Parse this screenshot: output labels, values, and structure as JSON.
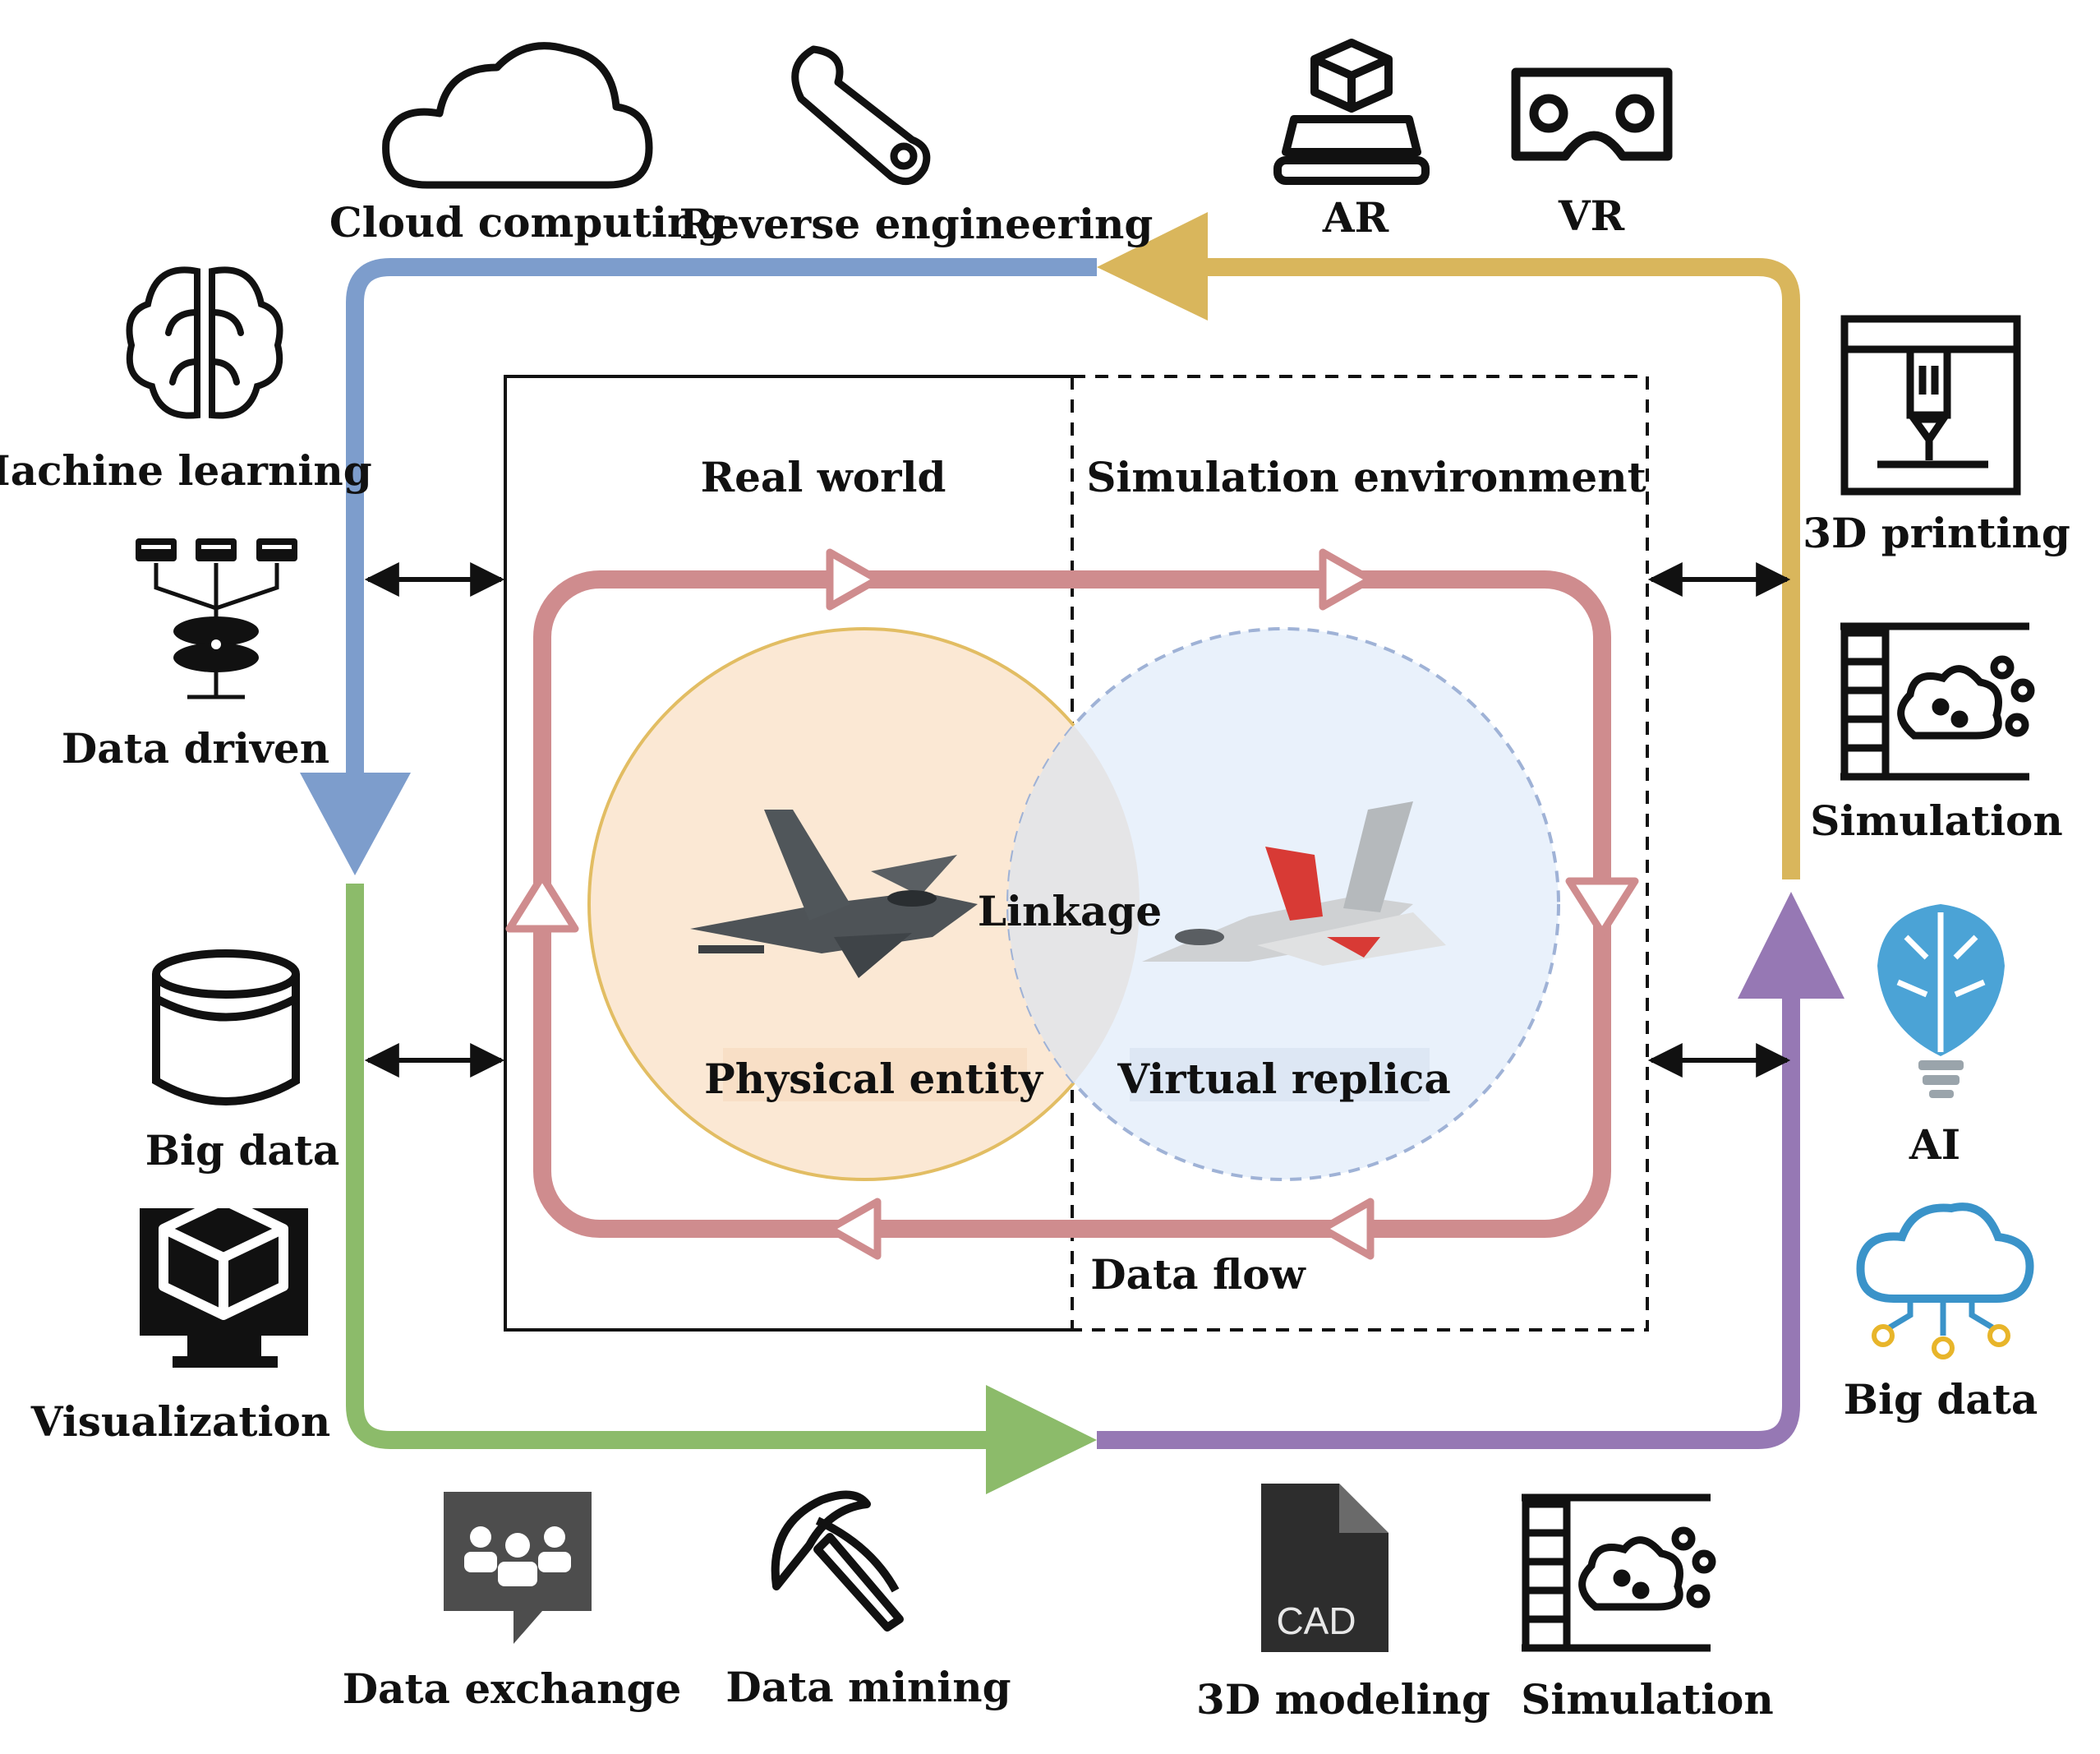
{
  "colors": {
    "blue_arrow": "#7d9dcc",
    "gold_arrow": "#d9b65c",
    "green_arrow": "#8cbb6a",
    "purple_arrow": "#9678b4",
    "data_flow_loop": "#cf8c8e",
    "physical_circle_fill": "#fbe8d4",
    "physical_circle_stroke": "#e2bd63",
    "virtual_circle_fill": "#e9f1fb",
    "virtual_circle_stroke": "#9fb2d6",
    "ai_icon": "#4ba3d6",
    "big_data_cloud": "#3a93c9",
    "big_data_nodes": "#e8b52a"
  },
  "labels": {
    "cloud_computing": "Cloud computing",
    "reverse_engineering": "Reverse engineering",
    "ar": "AR",
    "vr": "VR",
    "machine_learning": "Machine learning",
    "data_driven": "Data driven",
    "big_data_left": "Big data",
    "visualization": "Visualization",
    "printing_3d": "3D printing",
    "simulation_right": "Simulation",
    "ai": "AI",
    "big_data_right": "Big data",
    "data_exchange": "Data exchange",
    "data_mining": "Data mining",
    "modeling_3d": "3D modeling",
    "simulation_bottom": "Simulation",
    "real_world": "Real world",
    "simulation_environment": "Simulation environment",
    "linkage": "Linkage",
    "physical_entity": "Physical entity",
    "virtual_replica": "Virtual replica",
    "data_flow": "Data flow",
    "cad_text": "CAD"
  }
}
